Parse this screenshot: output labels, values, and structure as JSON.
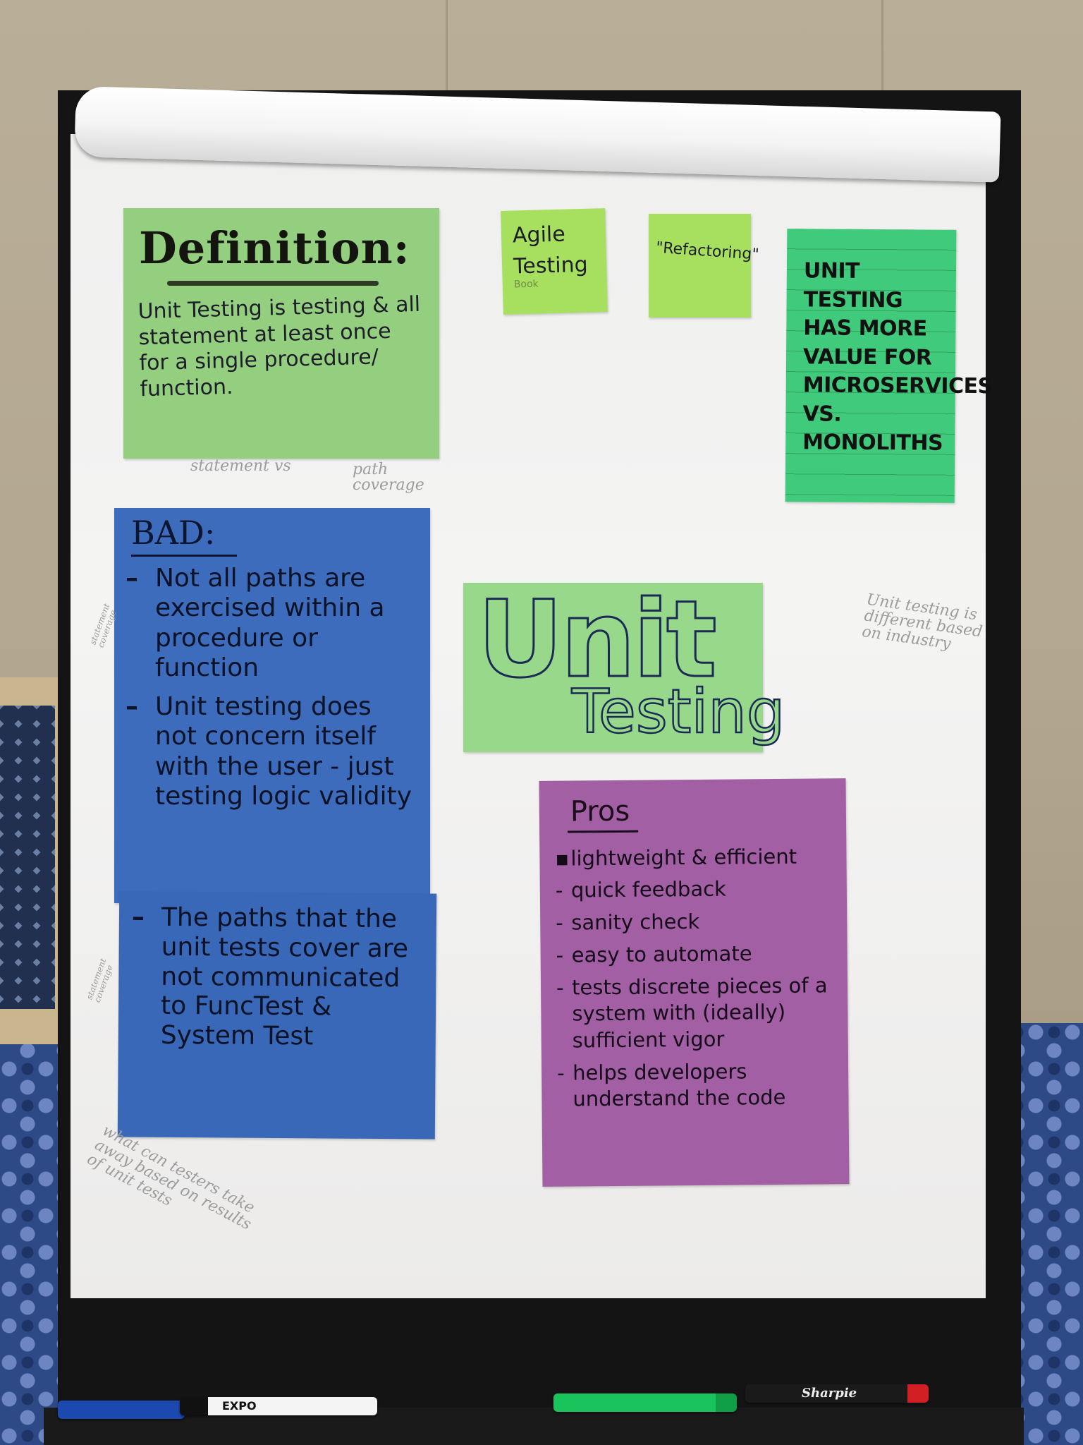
{
  "definition_note": {
    "title": "Definition:",
    "body": "Unit Testing is testing & all statement at least once for a single procedure/ function."
  },
  "agile_note": {
    "text": "Agile Testing",
    "sub": "Book"
  },
  "refactoring_note": {
    "text": "\"Refactoring\""
  },
  "value_note": {
    "text": "UNIT TESTING HAS MORE VALUE FOR MICROSERVICES VS. MONOLITHS"
  },
  "bad_note": {
    "title": "BAD:",
    "items": [
      "Not all paths are exercised within a procedure or function",
      "Unit testing does not concern itself with the user - just testing logic validity"
    ]
  },
  "bad_note_2": {
    "items": [
      "The paths that the unit tests cover are not communicated to FuncTest & System Test"
    ]
  },
  "center_note": {
    "line1": "Unit",
    "line2": "Testing"
  },
  "pros_note": {
    "title": "Pros",
    "items": [
      "lightweight & efficient",
      "quick feedback",
      "sanity check",
      "easy to automate",
      "tests discrete pieces of a system with (ideally) sufficient vigor",
      "helps developers understand the code"
    ]
  },
  "pencil_notes": {
    "coverage_left": "statement vs",
    "coverage_right": "path coverage",
    "industry": "Unit testing is different based on industry",
    "side1": "statement coverage",
    "side2": "statement coverage",
    "bottom": "what can testers take away based on results of unit tests"
  },
  "markers": {
    "expo": "EXPO",
    "sharpie": "Sharpie"
  },
  "colors": {
    "definition_note": "#93cf7f",
    "bad_note": "#3d6cbd",
    "pros_note": "#a25fa4",
    "value_note": "#3fca7c",
    "small_notes": "#a7e05e"
  }
}
